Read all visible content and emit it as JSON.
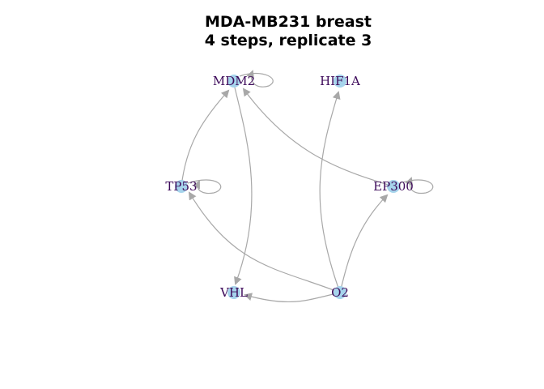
{
  "title": {
    "line1": "MDA-MB231 breast",
    "line2": "4 steps, replicate 3"
  },
  "colors": {
    "node_fill": "#a6d4ec",
    "edge": "#a8a8a8",
    "label": "#3d0a5a"
  },
  "nodes": [
    {
      "id": "MDM2",
      "label": "MDM2"
    },
    {
      "id": "HIF1A",
      "label": "HIF1A"
    },
    {
      "id": "TP53",
      "label": "TP53"
    },
    {
      "id": "EP300",
      "label": "EP300"
    },
    {
      "id": "VHL",
      "label": "VHL"
    },
    {
      "id": "O2",
      "label": "O2"
    }
  ],
  "edges": [
    {
      "from": "MDM2",
      "to": "MDM2"
    },
    {
      "from": "TP53",
      "to": "TP53"
    },
    {
      "from": "EP300",
      "to": "EP300"
    },
    {
      "from": "TP53",
      "to": "MDM2"
    },
    {
      "from": "MDM2",
      "to": "VHL"
    },
    {
      "from": "EP300",
      "to": "MDM2"
    },
    {
      "from": "O2",
      "to": "HIF1A"
    },
    {
      "from": "O2",
      "to": "EP300"
    },
    {
      "from": "O2",
      "to": "TP53"
    },
    {
      "from": "O2",
      "to": "VHL"
    }
  ]
}
